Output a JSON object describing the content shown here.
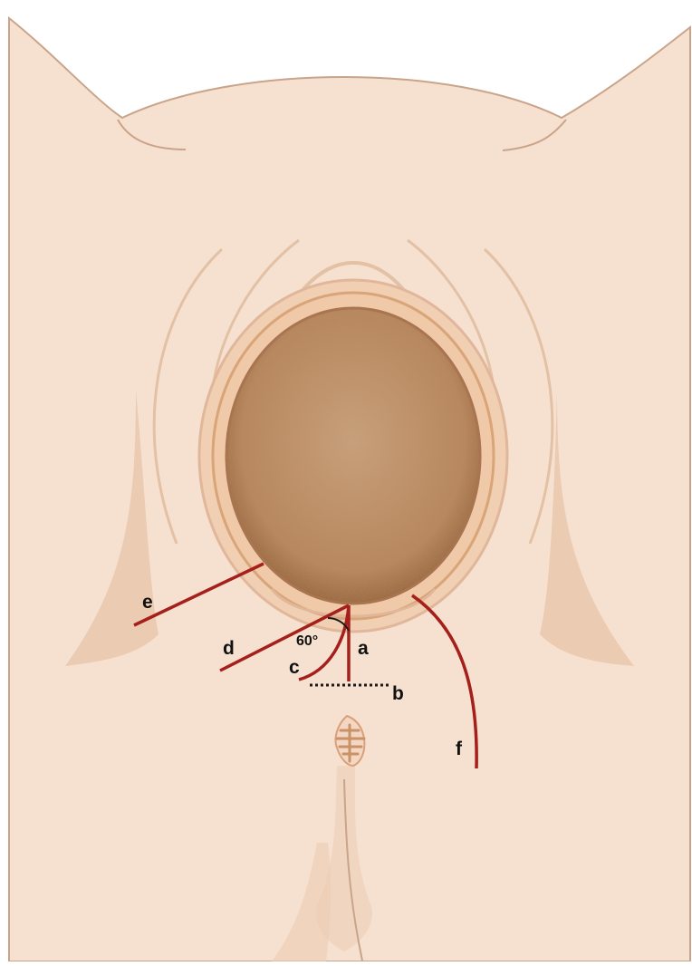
{
  "colors": {
    "skin": "#f6e1d0",
    "skin_outline": "#c9a48a",
    "crease": "#e6c3a7",
    "crease_dark": "#e0b79a",
    "head_outer_ring": "#efc9a8",
    "head_rim": "#d9a578",
    "head": "#b5855b",
    "head_speckle": "#8a5e3a",
    "incision": "#a51f1b",
    "reference_line": "#1a1a1a",
    "anus": "#d9a07a"
  },
  "labels": {
    "a": "a",
    "b": "b",
    "c": "c",
    "d": "d",
    "e": "e",
    "f": "f",
    "angle": "60°"
  }
}
